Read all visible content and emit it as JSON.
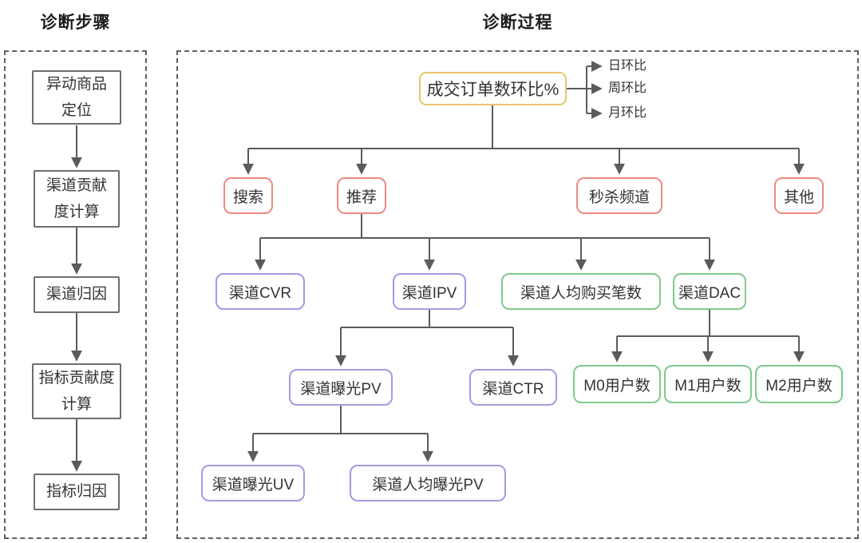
{
  "titles": {
    "left": "诊断步骤",
    "right": "诊断过程"
  },
  "left_panel": {
    "steps": [
      {
        "lines": [
          "异动商品",
          "定位"
        ]
      },
      {
        "lines": [
          "渠道贡献",
          "度计算"
        ]
      },
      {
        "lines": [
          "渠道归因"
        ]
      },
      {
        "lines": [
          "指标贡献度",
          "计算"
        ]
      },
      {
        "lines": [
          "指标归因"
        ]
      }
    ]
  },
  "right_panel": {
    "root_label": "成交订单数环比%",
    "period_labels": [
      "日环比",
      "周环比",
      "月环比"
    ],
    "channels": [
      "搜索",
      "推荐",
      "秒杀频道",
      "其他"
    ],
    "recommend_metrics": [
      "渠道CVR",
      "渠道IPV",
      "渠道人均购买笔数",
      "渠道DAC"
    ],
    "ipv_children": [
      "渠道曝光PV",
      "渠道CTR"
    ],
    "dac_children": [
      "M0用户数",
      "M1用户数",
      "M2用户数"
    ],
    "exposure_children": [
      "渠道曝光UV",
      "渠道人均曝光PV"
    ]
  },
  "colors": {
    "root_border": "#e9c46a",
    "channel_border": "#f0897f",
    "metric_purple_border": "#ab97e3",
    "metric_green_border": "#7fc98c",
    "connector": "#5b5b5b",
    "step_border": "#6e6e6e",
    "text": "#333333"
  }
}
